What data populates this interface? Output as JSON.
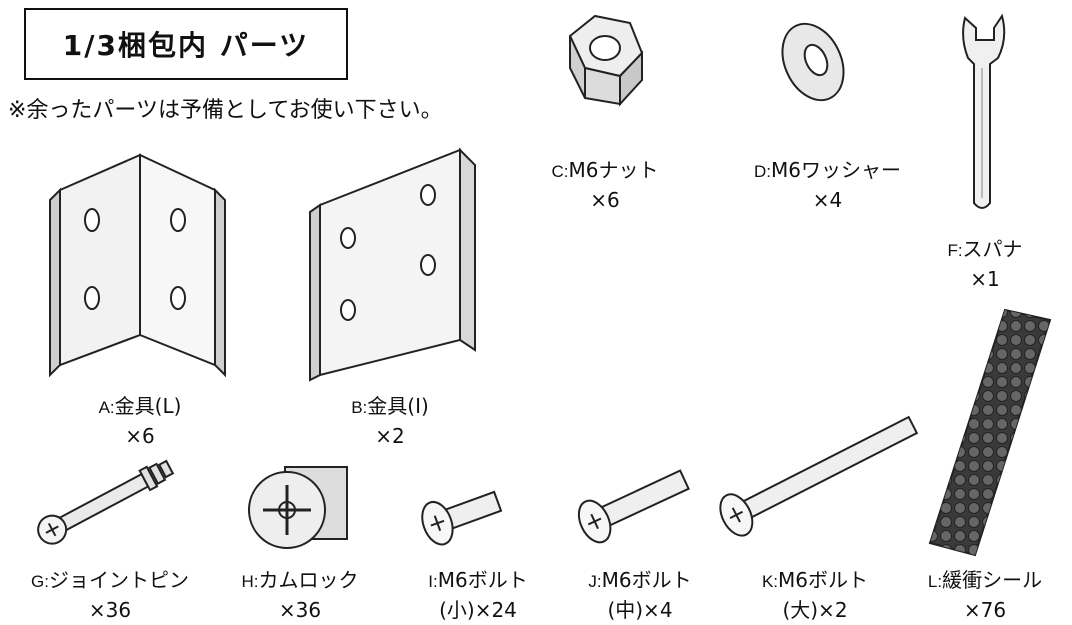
{
  "header": {
    "title": "1/3梱包内 パーツ",
    "note": "※余ったパーツは予備としてお使い下さい。"
  },
  "parts": [
    {
      "code": "A:",
      "name": "金具(L)",
      "qty": "×6",
      "icon": "l-bracket-icon"
    },
    {
      "code": "B:",
      "name": "金具(I)",
      "qty": "×2",
      "icon": "i-bracket-icon"
    },
    {
      "code": "C:",
      "name": "M6ナット",
      "qty": "×6",
      "icon": "hex-nut-icon"
    },
    {
      "code": "D:",
      "name": "M6ワッシャー",
      "qty": "×4",
      "icon": "washer-icon"
    },
    {
      "code": "F:",
      "name": "スパナ",
      "qty": "×1",
      "icon": "wrench-icon"
    },
    {
      "code": "G:",
      "name": "ジョイントピン",
      "qty": "×36",
      "icon": "joint-pin-icon"
    },
    {
      "code": "H:",
      "name": "カムロック",
      "qty": "×36",
      "icon": "cam-lock-icon"
    },
    {
      "code": "I:",
      "name": "M6ボルト",
      "qty": "(小)×24",
      "icon": "bolt-small-icon"
    },
    {
      "code": "J:",
      "name": "M6ボルト",
      "qty": "(中)×4",
      "icon": "bolt-medium-icon"
    },
    {
      "code": "K:",
      "name": "M6ボルト",
      "qty": "(大)×2",
      "icon": "bolt-large-icon"
    },
    {
      "code": "L:",
      "name": "緩衝シール",
      "qty": "×76",
      "icon": "cushion-seal-sheet-icon"
    }
  ]
}
